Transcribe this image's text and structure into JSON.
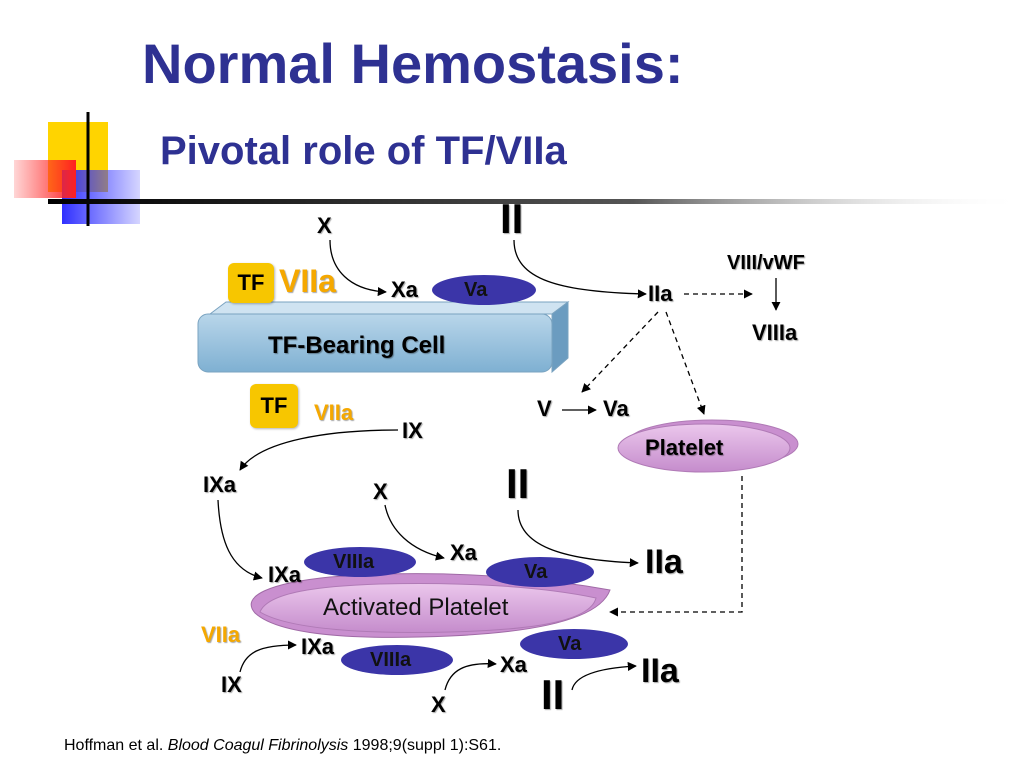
{
  "title": "Normal Hemostasis:",
  "subtitle": "Pivotal role of TF/VIIa",
  "citation": {
    "authors": "Hoffman et al.",
    "journal": "Blood Coagul Fibrinolysis",
    "ref": "1998;9(suppl 1):S61."
  },
  "colors": {
    "title": "#2e3192",
    "viia": "#f5a800",
    "tf": "#f7c600",
    "pill": "#3b35a8",
    "cell": "#9cc3dd",
    "platelet": "#d8a6d8"
  },
  "top": {
    "x": "X",
    "ii": "II",
    "tf": "TF",
    "viia": "VIIa",
    "xa": "Xa",
    "va": "Va",
    "iia": "IIa",
    "viii_vwf": "VIII/vWF",
    "viiia": "VIIIa",
    "cell": "TF-Bearing Cell"
  },
  "middle": {
    "tf": "TF",
    "viia": "VIIa",
    "ix": "IX",
    "v": "V",
    "va": "Va",
    "platelet": "Platelet",
    "ixa": "IXa"
  },
  "lower": {
    "x": "X",
    "ii": "II",
    "xa": "Xa",
    "ixa": "IXa",
    "viiia": "VIIIa",
    "va": "Va",
    "iia": "IIa",
    "activated_platelet": "Activated Platelet"
  },
  "bottom": {
    "viia": "VIIa",
    "ix": "IX",
    "ixa": "IXa",
    "viiia": "VIIIa",
    "va": "Va",
    "xa": "Xa",
    "iia": "IIa",
    "ii": "II",
    "x": "X"
  }
}
